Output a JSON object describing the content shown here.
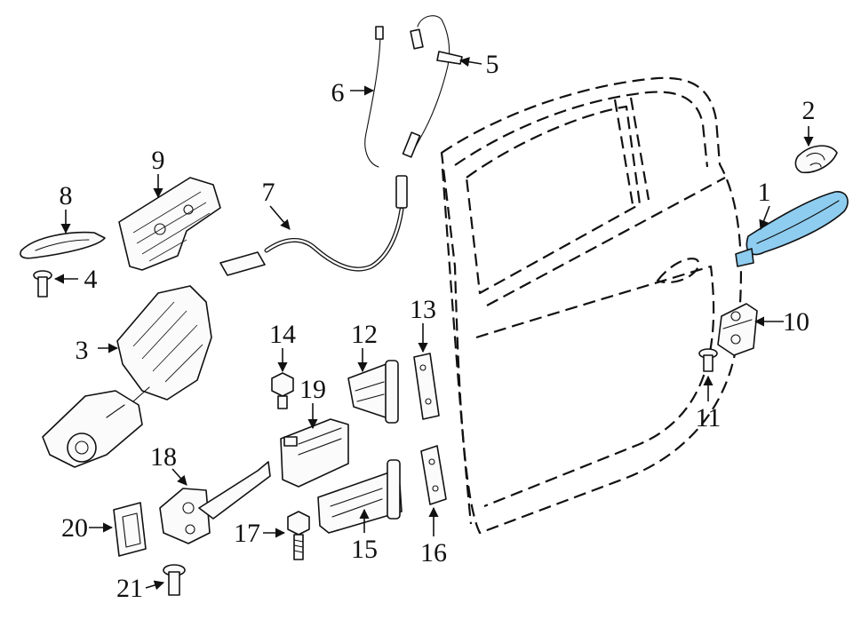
{
  "diagram": {
    "highlight_color": "#8ecdf0",
    "callouts": {
      "c1": "1",
      "c2": "2",
      "c3": "3",
      "c4": "4",
      "c5": "5",
      "c6": "6",
      "c7": "7",
      "c8": "8",
      "c9": "9",
      "c10": "10",
      "c11": "11",
      "c12": "12",
      "c13": "13",
      "c14": "14",
      "c15": "15",
      "c16": "16",
      "c17": "17",
      "c18": "18",
      "c19": "19",
      "c20": "20",
      "c21": "21"
    }
  }
}
